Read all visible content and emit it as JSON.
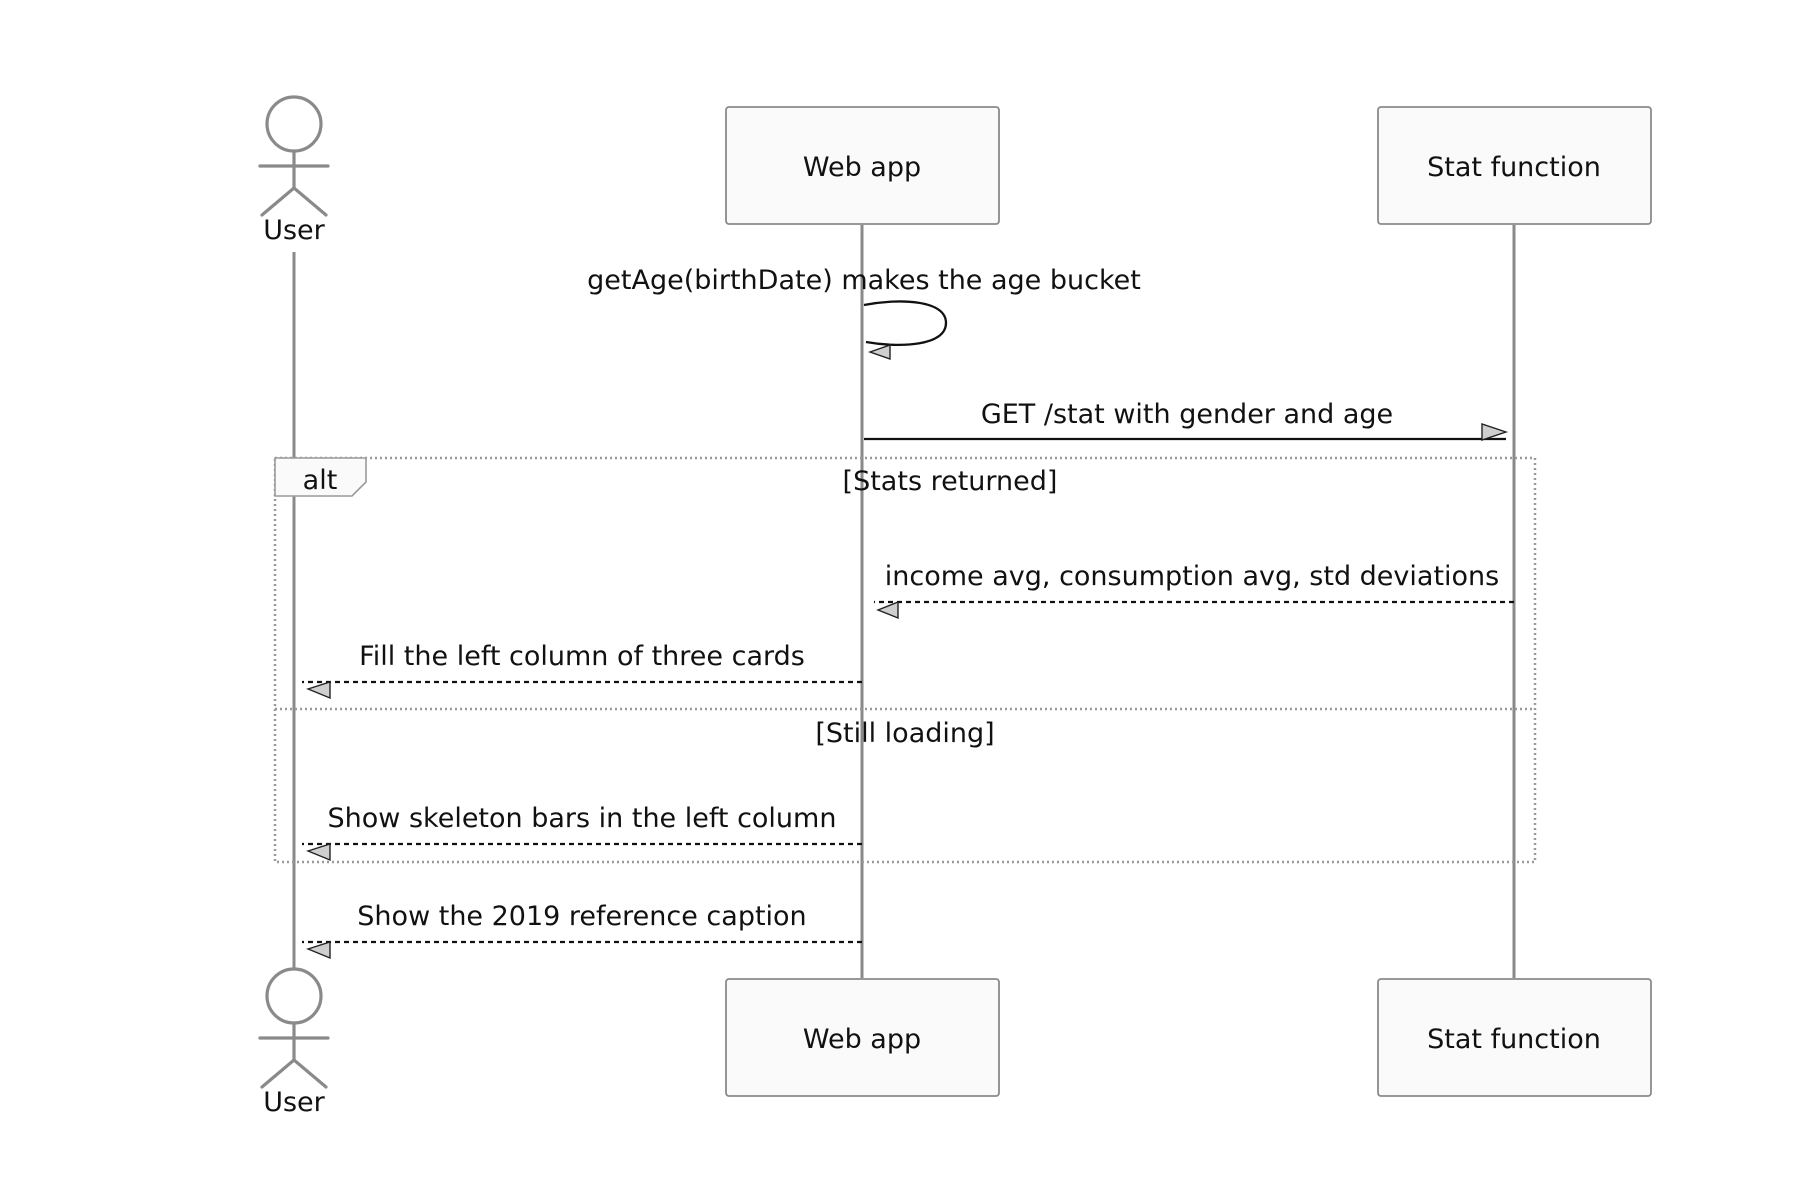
{
  "participants": {
    "user": "User",
    "webapp": "Web app",
    "stat": "Stat function"
  },
  "messages": {
    "self_call": "getAge(birthDate) makes the age bucket",
    "get_stat": "GET /stat with gender and age",
    "stats_reply": "income avg, consumption avg, std deviations",
    "fill_cards": "Fill the left column of three cards",
    "skeleton": "Show skeleton bars in the left column",
    "caption": "Show the 2019 reference caption"
  },
  "alt_frame": {
    "keyword": "alt",
    "branch_1": "[Stats returned]",
    "branch_2": "[Still loading]"
  },
  "colors": {
    "lifeline": "#8a8a8a",
    "box_fill": "#fafafa",
    "text": "#111111"
  }
}
